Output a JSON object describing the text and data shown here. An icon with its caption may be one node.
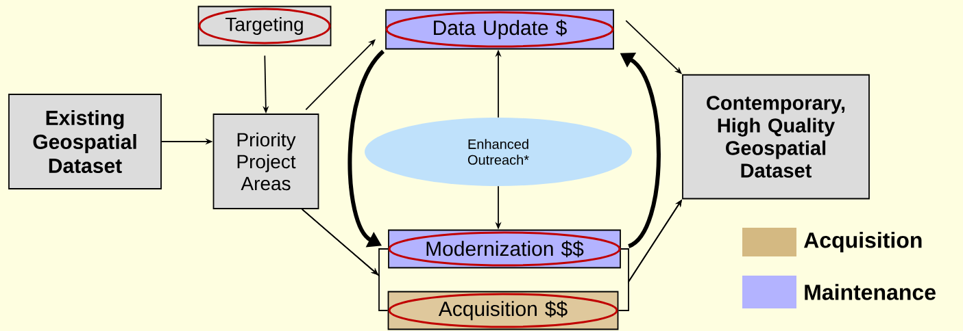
{
  "diagram": {
    "nodes": [
      {
        "text": [
          "Existing Geospatial Dataset"
        ]
      },
      {
        "text": [
          "Targeting"
        ]
      },
      {
        "text": [
          "Priority Project Areas"
        ]
      },
      {
        "text": [
          "Data Update $"
        ]
      },
      {
        "text": [
          "Enhanced Outreach*"
        ]
      },
      {
        "text": [
          "Modernization $$"
        ]
      },
      {
        "text": [
          "Acquisition $$"
        ]
      },
      {
        "text": [
          "Contemporary, High Quality Geospatial Dataset"
        ]
      }
    ],
    "edges": [
      {
        "from": 0,
        "to": 2,
        "arrow": "to"
      },
      {
        "from": 1,
        "to": 2,
        "arrow": "to"
      },
      {
        "from": 2,
        "to": 3,
        "arrow": "to"
      },
      {
        "from": 2,
        "to": 5,
        "arrow": "to"
      },
      {
        "from": 2,
        "to": 6,
        "arrow": "to"
      },
      {
        "from": 3,
        "to": 7,
        "arrow": "to"
      },
      {
        "from": 3,
        "to": 5,
        "arrow": "to",
        "style": "thick"
      },
      {
        "from": 5,
        "to": 3,
        "arrow": "to",
        "style": "thick"
      },
      {
        "from": 4,
        "to": 3,
        "arrow": "to"
      },
      {
        "from": 4,
        "to": 5,
        "arrow": "to"
      },
      {
        "from": 5,
        "to": 7,
        "arrow": "to"
      },
      {
        "from": 6,
        "to": 7,
        "arrow": "to"
      }
    ],
    "legend": [
      {
        "text": "Acquisition",
        "color": "#d4b982"
      },
      {
        "text": "Maintenance",
        "color": "#b3b3ff"
      }
    ]
  }
}
